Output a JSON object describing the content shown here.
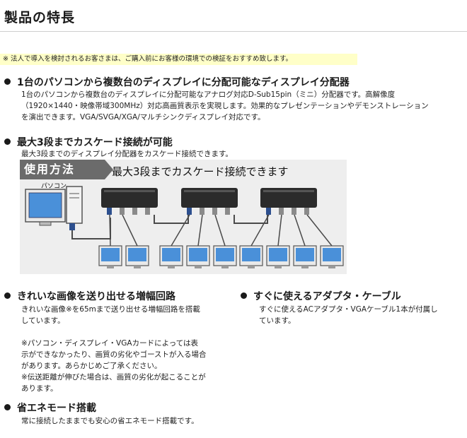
{
  "title": "製品の特長",
  "notice": "※ 法人で導入を検討されるお客さまは、ご購入前にお客様の環境での検証をおすすめ致します。",
  "features": [
    {
      "heading": "1台のパソコンから複数台のディスプレイに分配可能なディスプレイ分配器",
      "lines": [
        "1台のパソコンから複数台のディスプレイに分配可能なアナログ対応D-Sub15pin（ミニ）分配器です。高解像度",
        "（1920×1440・映像帯域300MHz）対応高画質表示を実現します。効果的なプレゼンテーションやデモンストレーション",
        "を演出できます。VGA/SVGA/XGA/マルチシンクディスプレイ対応です。"
      ]
    },
    {
      "heading": "最大3段までカスケード接続が可能",
      "lines": [
        "最大3段までのディスプレイ分配器をカスケード接続できます。"
      ]
    },
    {
      "heading": "きれいな画像を送り出せる増幅回路",
      "lines": [
        "きれいな画像※を65mまで送り出せる増幅回路を搭載",
        "しています。",
        "",
        "※パソコン・ディスプレイ・VGAカードによっては表",
        "示ができなかったり、画質の劣化やゴーストが入る場合",
        "があります。あらかじめご了承ください。",
        "※伝送距離が伸びた場合は、画質の劣化が起こることが",
        "あります。"
      ]
    },
    {
      "heading": "すぐに使えるアダプタ・ケーブル",
      "lines": [
        "すぐに使えるACアダプタ・VGAケーブル1本が付属し",
        "ています。"
      ]
    },
    {
      "heading": "省エネモード搭載",
      "lines": [
        "常に接続したままでも安心の省エネモード搭載です。"
      ]
    }
  ],
  "diagram": {
    "badge": "使用方法",
    "caption": "最大3段までカスケード接続できます",
    "pc_label": "パソコン",
    "splitter_units": 3,
    "monitors_per_unit": [
      2,
      3,
      4
    ],
    "colors": {
      "background": "#eeeeee",
      "splitter": "#2b2b2b",
      "cable": "#4a4a4a",
      "connector": "#2d4f8e",
      "screen": "#4a90d9"
    }
  }
}
